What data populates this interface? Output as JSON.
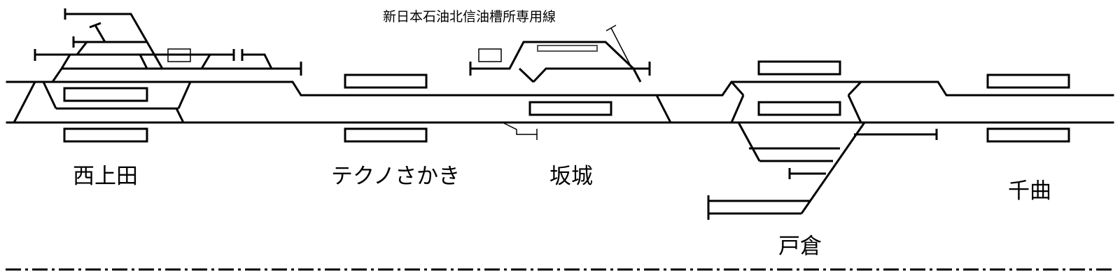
{
  "diagram": {
    "siding_label": "新日本石油北信油槽所専用線",
    "stations": {
      "nishiueda": "西上田",
      "techno_sakaki": "テクノさかき",
      "sakaki": "坂城",
      "togura": "戸倉",
      "chikuma": "千曲"
    },
    "colors": {
      "line": "#000000",
      "platform_fill": "#ffffff",
      "siding_platform": "#555555"
    },
    "boundary": "dash-dot"
  }
}
